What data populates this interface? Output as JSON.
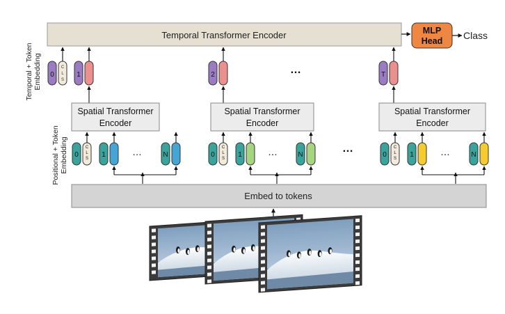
{
  "temporal_encoder": {
    "label": "Temporal Transformer Encoder"
  },
  "mlp_head": {
    "label_line1": "MLP",
    "label_line2": "Head"
  },
  "output": {
    "label": "Class"
  },
  "side_labels": {
    "temporal_line1": "Temporal + Token",
    "temporal_line2": "Embedding",
    "positional_line1": "Positional + Token",
    "positional_line2": "Embedding"
  },
  "temporal_tokens": {
    "cls_index": "0",
    "cls_text": "CLS",
    "frame_indices": [
      "1",
      "2",
      "T"
    ],
    "ellipsis": "…"
  },
  "spatial_encoders": [
    {
      "line1": "Spatial Transformer",
      "line2": "Encoder"
    },
    {
      "line1": "Spatial Transformer",
      "line2": "Encoder"
    },
    {
      "line1": "Spatial Transformer",
      "line2": "Encoder"
    }
  ],
  "spatial_tokens": {
    "cls_index": "0",
    "cls_text": "CLS",
    "first_index": "1",
    "last_index": "N",
    "ellipsis": "…"
  },
  "group_ellipsis": "…",
  "embed": {
    "label": "Embed to tokens"
  },
  "colors": {
    "temporal_box": "#e6e0d3",
    "spatial_box": "#ececec",
    "embed_box": "#d4d4d4",
    "mlp": "#ef8642",
    "teal": "#3aa39c",
    "cls": "#f2eadb",
    "purple": "#9b7cc3",
    "red": "#ec8f8f",
    "blue": "#45a6d6",
    "green": "#a6d481",
    "yellow": "#f5cc2f"
  }
}
